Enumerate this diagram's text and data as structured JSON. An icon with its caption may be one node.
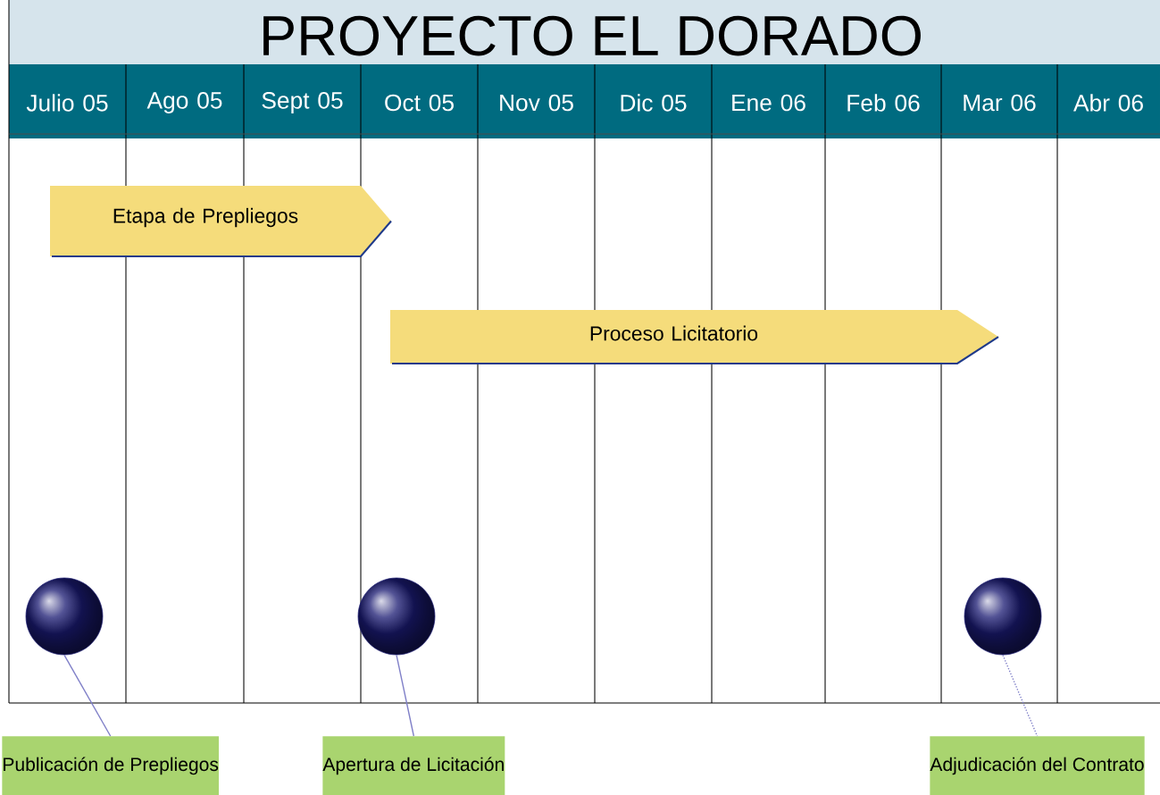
{
  "diagram": {
    "title": "PROYECTO EL DORADO",
    "nodes": [
      {
        "text": [
          "Etapa de Prepliegos"
        ]
      },
      {
        "text": [
          "Proceso Licitatorio"
        ]
      },
      {
        "text": [],
        "shape": "circle"
      },
      {
        "text": [],
        "shape": "circle"
      },
      {
        "text": [],
        "shape": "circle"
      },
      {
        "text": [
          "Publicación de Prepliegos"
        ]
      },
      {
        "text": [
          "Apertura de Licitación"
        ]
      },
      {
        "text": [
          "Adjudicación del Contrato"
        ]
      }
    ],
    "edges": [
      {
        "from": 2,
        "to": 5,
        "arrow": "none"
      },
      {
        "from": 3,
        "to": 6,
        "arrow": "none"
      },
      {
        "from": 4,
        "to": 7,
        "arrow": "none",
        "style": "dashed"
      }
    ],
    "labels": [
      "Julio 05",
      "Ago 05",
      "Sept 05",
      "Oct 05",
      "Nov 05",
      "Dic 05",
      "Ene 06",
      "Feb 06",
      "Mar 06",
      "Abr 06"
    ]
  }
}
